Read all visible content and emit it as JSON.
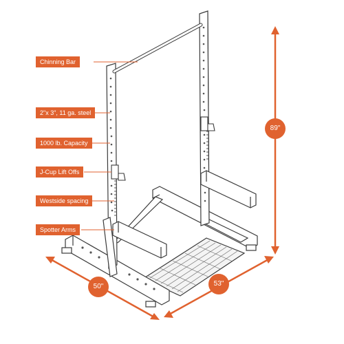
{
  "colors": {
    "accent": "#e0622f",
    "frame_outline": "#3a3a3a",
    "frame_fill": "#ffffff",
    "hole": "#555555"
  },
  "callouts": [
    {
      "key": "chinning-bar",
      "label": "Chinning Bar"
    },
    {
      "key": "steel",
      "label": "2\"x 3\", 11 ga. steel"
    },
    {
      "key": "capacity",
      "label": "1000 lb. Capacity"
    },
    {
      "key": "j-cup",
      "label": "J-Cup Lift Offs"
    },
    {
      "key": "westside",
      "label": "Westside spacing"
    },
    {
      "key": "spotter",
      "label": "Spotter Arms"
    }
  ],
  "dimensions": {
    "height": "89\"",
    "depth": "50\"",
    "width": "53\""
  }
}
